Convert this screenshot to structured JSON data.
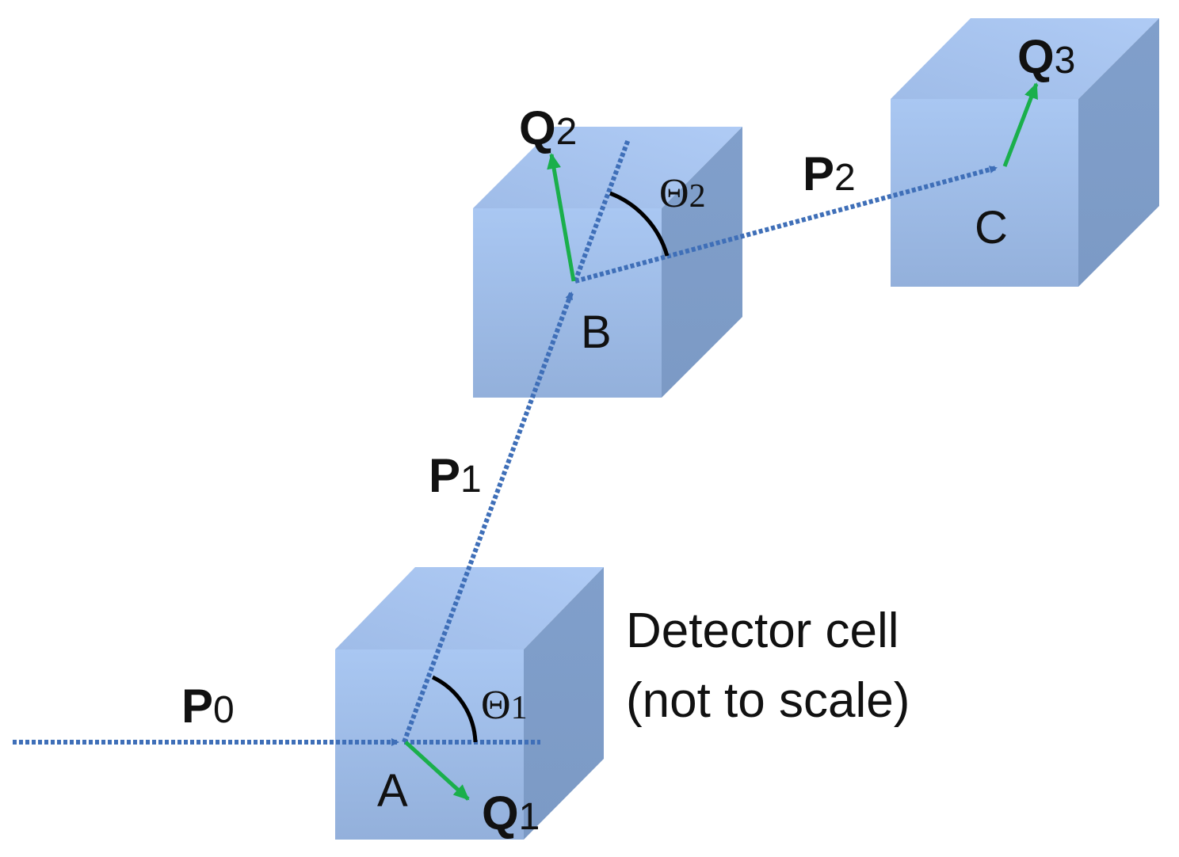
{
  "colors": {
    "cube_front_top": "#A9C7F2",
    "cube_front_bottom": "#93B0DB",
    "cube_top": "#A6C4F0",
    "cube_side": "#7E9DC9",
    "path_line": "#3F6FB8",
    "momentum_arrow": "#1AAF4B",
    "angle_arc": "#000000"
  },
  "points": {
    "a": "A",
    "b": "B",
    "c": "C"
  },
  "photon_paths": {
    "p0": {
      "letter": "P",
      "sub": "0"
    },
    "p1": {
      "letter": "P",
      "sub": "1"
    },
    "p2": {
      "letter": "P",
      "sub": "2"
    }
  },
  "recoil_momenta": {
    "q1": {
      "letter": "Q",
      "sub": "1"
    },
    "q2": {
      "letter": "Q",
      "sub": "2"
    },
    "q3": {
      "letter": "Q",
      "sub": "3"
    }
  },
  "scatter_angles": {
    "theta1": {
      "symbol": "Θ",
      "sub": "1"
    },
    "theta2": {
      "symbol": "Θ",
      "sub": "2"
    }
  },
  "caption": {
    "line1": "Detector cell",
    "line2": "(not to scale)"
  }
}
